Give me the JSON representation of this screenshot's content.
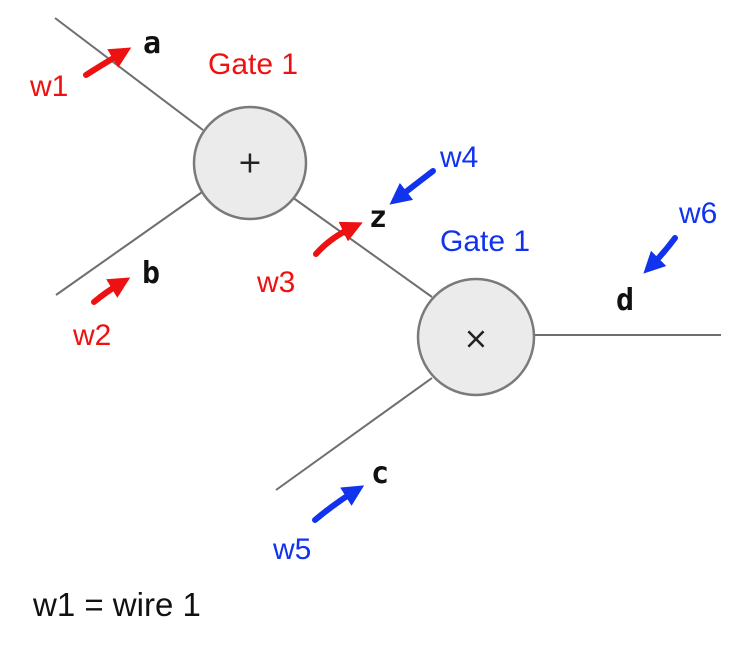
{
  "colors": {
    "red": "#ee1111",
    "blue": "#1133ee",
    "wire": "#6e6e6e",
    "gate_fill": "#ebebeb"
  },
  "gates": [
    {
      "op": "+",
      "label": "Gate 1",
      "label_color": "red"
    },
    {
      "op": "×",
      "label": "Gate 1",
      "label_color": "blue"
    }
  ],
  "variables": {
    "a": "a",
    "b": "b",
    "z": "z",
    "c": "c",
    "d": "d"
  },
  "wire_labels": {
    "w1": {
      "text": "w1",
      "color": "red"
    },
    "w2": {
      "text": "w2",
      "color": "red"
    },
    "w3": {
      "text": "w3",
      "color": "red"
    },
    "w4": {
      "text": "w4",
      "color": "blue"
    },
    "w5": {
      "text": "w5",
      "color": "blue"
    },
    "w6": {
      "text": "w6",
      "color": "blue"
    }
  },
  "legend": "w1 = wire 1"
}
